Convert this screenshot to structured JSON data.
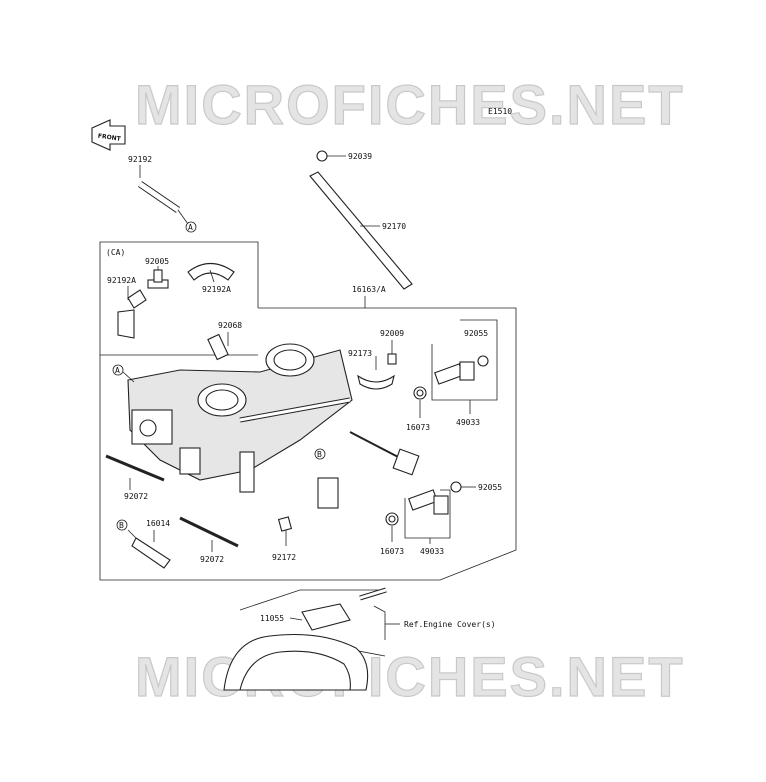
{
  "watermark": "MICROFICHES.NET",
  "diagram_code": "E1510",
  "front_arrow_label": "FRONT",
  "ca_label": "(CA)",
  "ref_note": "Ref.Engine Cover(s)",
  "callout_letters": {
    "a": "A",
    "b": "B"
  },
  "part_labels": [
    "92192",
    "92039",
    "92170",
    "92005",
    "92192A",
    "92192A",
    "16163/A",
    "92068",
    "92009",
    "92173",
    "92055",
    "16073",
    "49033",
    "92072",
    "16014",
    "92072",
    "92172",
    "92055",
    "16073",
    "49033",
    "11055"
  ]
}
